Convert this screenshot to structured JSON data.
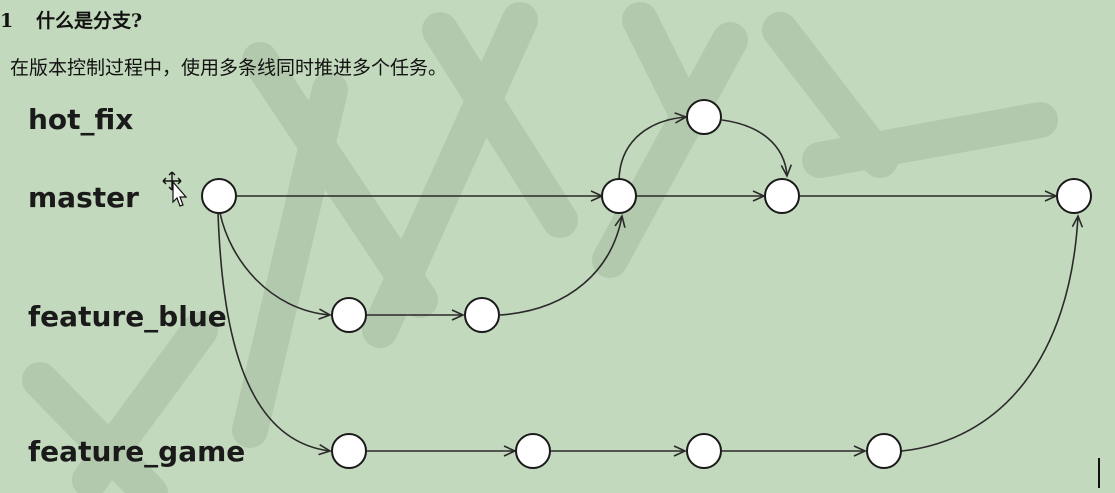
{
  "heading": {
    "number": "1",
    "title": "什么是分支?"
  },
  "subtitle": "在版本控制过程中，使用多条线同时推进多个任务。",
  "branches": {
    "hot_fix": "hot_fix",
    "master": "master",
    "feature_blue": "feature_blue",
    "feature_game": "feature_game"
  },
  "colors": {
    "background": "#c3d9bd",
    "node_fill": "#ffffff",
    "stroke": "#1a1a1a"
  }
}
